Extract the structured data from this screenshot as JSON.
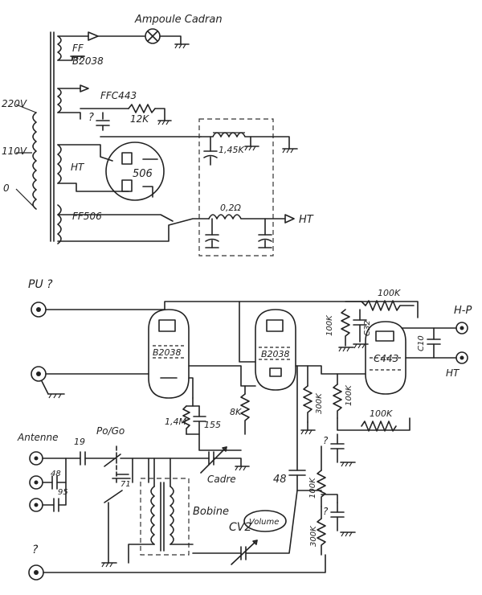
{
  "labels": {
    "ampoule": "Ampoule Cadran",
    "ff": "FF",
    "b2038_top": "B2038",
    "ffc443": "FFC443",
    "q1": "?",
    "r12k": "12K",
    "v220": "220V",
    "v110": "110V",
    "v0": "0",
    "ht_coil": "HT",
    "tube_506": "506",
    "ff506": "FF506",
    "r145k": "1,45K",
    "r02": "0,2Ω",
    "ht_out": "HT",
    "pu": "PU ?",
    "b2038_a": "B2038",
    "b2038_b": "B2038",
    "c443": "C443",
    "r100k_top": "100K",
    "c32": "C32",
    "r100k_v": "100K",
    "hp": "H-P",
    "c10": "C10",
    "ht_right": "HT",
    "r14m": "1,4M",
    "c155": "155",
    "r8k": "8K",
    "r300k": "300K",
    "r100k_mid": "100K",
    "r100k_h": "100K",
    "antenne": "Antenne",
    "c19": "19",
    "pogo": "Po/Go",
    "c48_left": "48",
    "c95": "95",
    "c71": "71",
    "cadre": "Cadre",
    "c48": "48",
    "bobine": "Bobine",
    "r100k_low": "100K",
    "r300k_low": "300K",
    "cv2": "CV2",
    "volume": "Volume",
    "q2": "?"
  }
}
